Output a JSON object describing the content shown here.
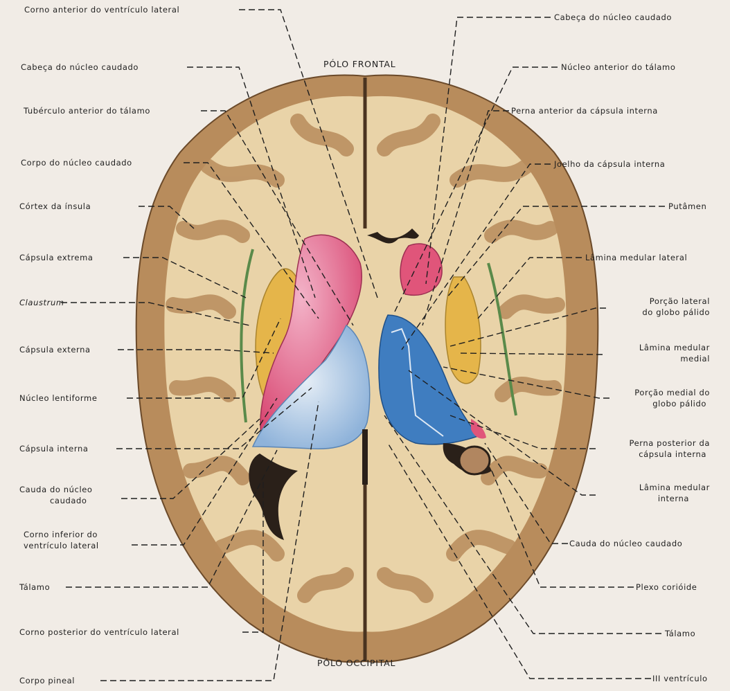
{
  "poles": {
    "frontal": "PÓLO FRONTAL",
    "occipital": "PÓLO OCCIPITAL"
  },
  "left_labels": [
    "Corno anterior do ventrículo lateral",
    "Cabeça do núcleo caudado",
    "Tubérculo anterior do tálamo",
    "Corpo do núcleo caudado",
    "Córtex da ínsula",
    "Cápsula extrema",
    "Claustrum",
    "Cápsula externa",
    "Núcleo lentiforme",
    "Cápsula interna",
    "Cauda do núcleo",
    "caudado",
    "Corno inferior do",
    "ventrículo lateral",
    "Tálamo",
    "Corno posterior do ventrículo lateral",
    "Corpo pineal"
  ],
  "right_labels": [
    "Cabeça do núcleo caudado",
    "Núcleo anterior do tálamo",
    "Perna anterior da cápsula interna",
    "Joelho da cápsula interna",
    "Putâmen",
    "Lâmina medular lateral",
    "Porção lateral",
    "do globo pálido",
    "Lâmina medular",
    "medial",
    "Porção medial do",
    "globo pálido",
    "Perna posterior da",
    "cápsula interna",
    "Lâmina medular",
    "interna",
    "Cauda do núcleo caudado",
    "Plexo corióide",
    "Tálamo",
    "III ventrículo"
  ],
  "colors": {
    "cortex_gray": "#b58a5a",
    "white_matter": "#e8cfa5",
    "caudate_pink": "#e0557a",
    "thalamus_blue_left": "#a9c7e6",
    "thalamus_blue_right": "#3f7dc0",
    "lentiform_yellow": "#e0b048",
    "claustrum_green": "#5a8a4a",
    "ventricle_dark": "#2a2019"
  }
}
